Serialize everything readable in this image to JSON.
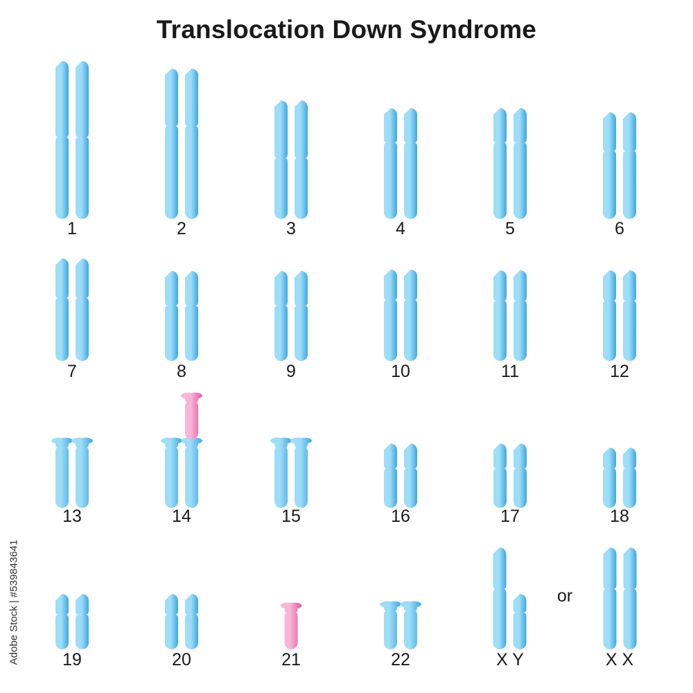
{
  "title": "Translocation Down Syndrome",
  "colors": {
    "normal_light": "#9dddf7",
    "normal_dark": "#3fa7e0",
    "translocated_light": "#f7b6d8",
    "translocated_dark": "#e5559f",
    "label": "#1a1a1a"
  },
  "pairs": [
    {
      "label": "1",
      "chromosomes": [
        {
          "color": "normal"
        },
        {
          "color": "normal"
        }
      ]
    },
    {
      "label": "2",
      "chromosomes": [
        {
          "color": "normal"
        },
        {
          "color": "normal"
        }
      ]
    },
    {
      "label": "3",
      "chromosomes": [
        {
          "color": "normal"
        },
        {
          "color": "normal"
        }
      ]
    },
    {
      "label": "4",
      "chromosomes": [
        {
          "color": "normal"
        },
        {
          "color": "normal"
        }
      ]
    },
    {
      "label": "5",
      "chromosomes": [
        {
          "color": "normal"
        },
        {
          "color": "normal"
        }
      ]
    },
    {
      "label": "6",
      "chromosomes": [
        {
          "color": "normal"
        },
        {
          "color": "normal"
        }
      ]
    },
    {
      "label": "7",
      "chromosomes": [
        {
          "color": "normal"
        },
        {
          "color": "normal"
        }
      ]
    },
    {
      "label": "8",
      "chromosomes": [
        {
          "color": "normal"
        },
        {
          "color": "normal"
        }
      ]
    },
    {
      "label": "9",
      "chromosomes": [
        {
          "color": "normal"
        },
        {
          "color": "normal"
        }
      ]
    },
    {
      "label": "10",
      "chromosomes": [
        {
          "color": "normal"
        },
        {
          "color": "normal"
        }
      ]
    },
    {
      "label": "11",
      "chromosomes": [
        {
          "color": "normal"
        },
        {
          "color": "normal"
        }
      ]
    },
    {
      "label": "12",
      "chromosomes": [
        {
          "color": "normal"
        },
        {
          "color": "normal"
        }
      ]
    },
    {
      "label": "13",
      "chromosomes": [
        {
          "color": "normal"
        },
        {
          "color": "normal"
        }
      ]
    },
    {
      "label": "14",
      "chromosomes": [
        {
          "color": "normal"
        },
        {
          "color": "normal",
          "attached": "translocated"
        }
      ]
    },
    {
      "label": "15",
      "chromosomes": [
        {
          "color": "normal"
        },
        {
          "color": "normal"
        }
      ]
    },
    {
      "label": "16",
      "chromosomes": [
        {
          "color": "normal"
        },
        {
          "color": "normal"
        }
      ]
    },
    {
      "label": "17",
      "chromosomes": [
        {
          "color": "normal"
        },
        {
          "color": "normal"
        }
      ]
    },
    {
      "label": "18",
      "chromosomes": [
        {
          "color": "normal"
        },
        {
          "color": "normal"
        }
      ]
    },
    {
      "label": "19",
      "chromosomes": [
        {
          "color": "normal"
        },
        {
          "color": "normal"
        }
      ]
    },
    {
      "label": "20",
      "chromosomes": [
        {
          "color": "normal"
        },
        {
          "color": "normal"
        }
      ]
    },
    {
      "label": "21",
      "chromosomes": [
        {
          "color": "translocated"
        }
      ]
    },
    {
      "label": "22",
      "chromosomes": [
        {
          "color": "normal"
        },
        {
          "color": "normal"
        }
      ]
    },
    {
      "label": "X Y",
      "chromosomes": [
        {
          "color": "normal"
        },
        {
          "color": "normal"
        }
      ]
    },
    {
      "label": "X X",
      "chromosomes": [
        {
          "color": "normal"
        },
        {
          "color": "normal"
        }
      ]
    }
  ],
  "separator_text": "or",
  "watermark": "Adobe Stock | #539843641"
}
